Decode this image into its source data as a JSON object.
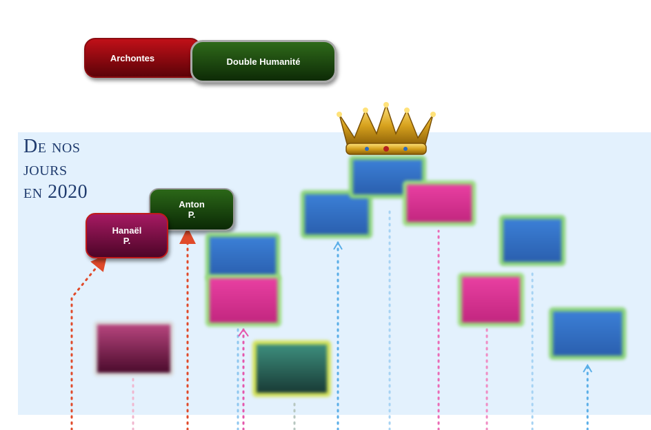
{
  "legend": {
    "archontes": "Archontes",
    "double_humanite": "Double Humanité",
    "archontes_color": "#8a0b10",
    "double_humanite_color": "#1f4a10"
  },
  "period_label": "De nos\njours\nen 2020",
  "named_nodes": {
    "hanael": "Hanaël\nP.",
    "anton": "Anton\nP."
  },
  "crown": "crown-icon",
  "blurred_nodes": [
    "blurred-node-darkplum",
    "blurred-node-blue-1",
    "blurred-node-pink-1",
    "blurred-node-teal",
    "blurred-node-blue-2",
    "blurred-node-blue-top",
    "blurred-node-pink-2",
    "blurred-node-pink-3",
    "blurred-node-blue-3",
    "blurred-node-blue-4"
  ]
}
